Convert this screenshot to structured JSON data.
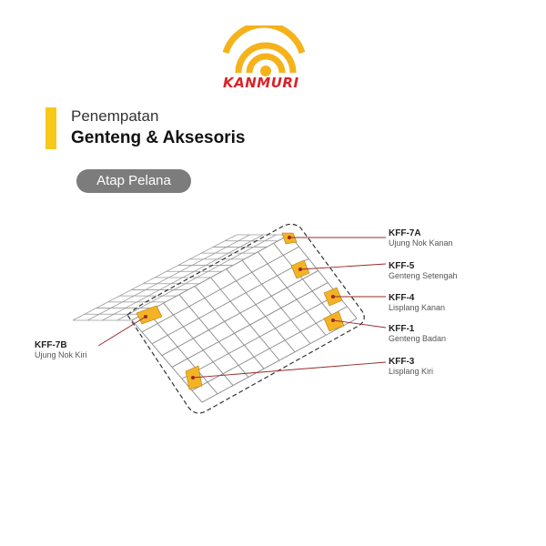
{
  "brand": {
    "name": "KANMURI",
    "primary_color": "#f6b21a",
    "accent_color": "#d8232a"
  },
  "heading": {
    "line1": "Penempatan",
    "line2": "Genteng & Aksesoris"
  },
  "badge": {
    "label": "Atap Pelana"
  },
  "callouts": [
    {
      "code": "KFF-7A",
      "desc": "Ujung Nok Kanan"
    },
    {
      "code": "KFF-5",
      "desc": "Genteng Setengah"
    },
    {
      "code": "KFF-4",
      "desc": "Lisplang Kanan"
    },
    {
      "code": "KFF-1",
      "desc": "Genteng Badan"
    },
    {
      "code": "KFF-3",
      "desc": "Lisplang Kiri"
    },
    {
      "code": "KFF-7B",
      "desc": "Ujung Nok Kiri"
    }
  ],
  "colors": {
    "highlight": "#f3b324",
    "leader": "#9b2a2a",
    "outline": "#333333"
  }
}
